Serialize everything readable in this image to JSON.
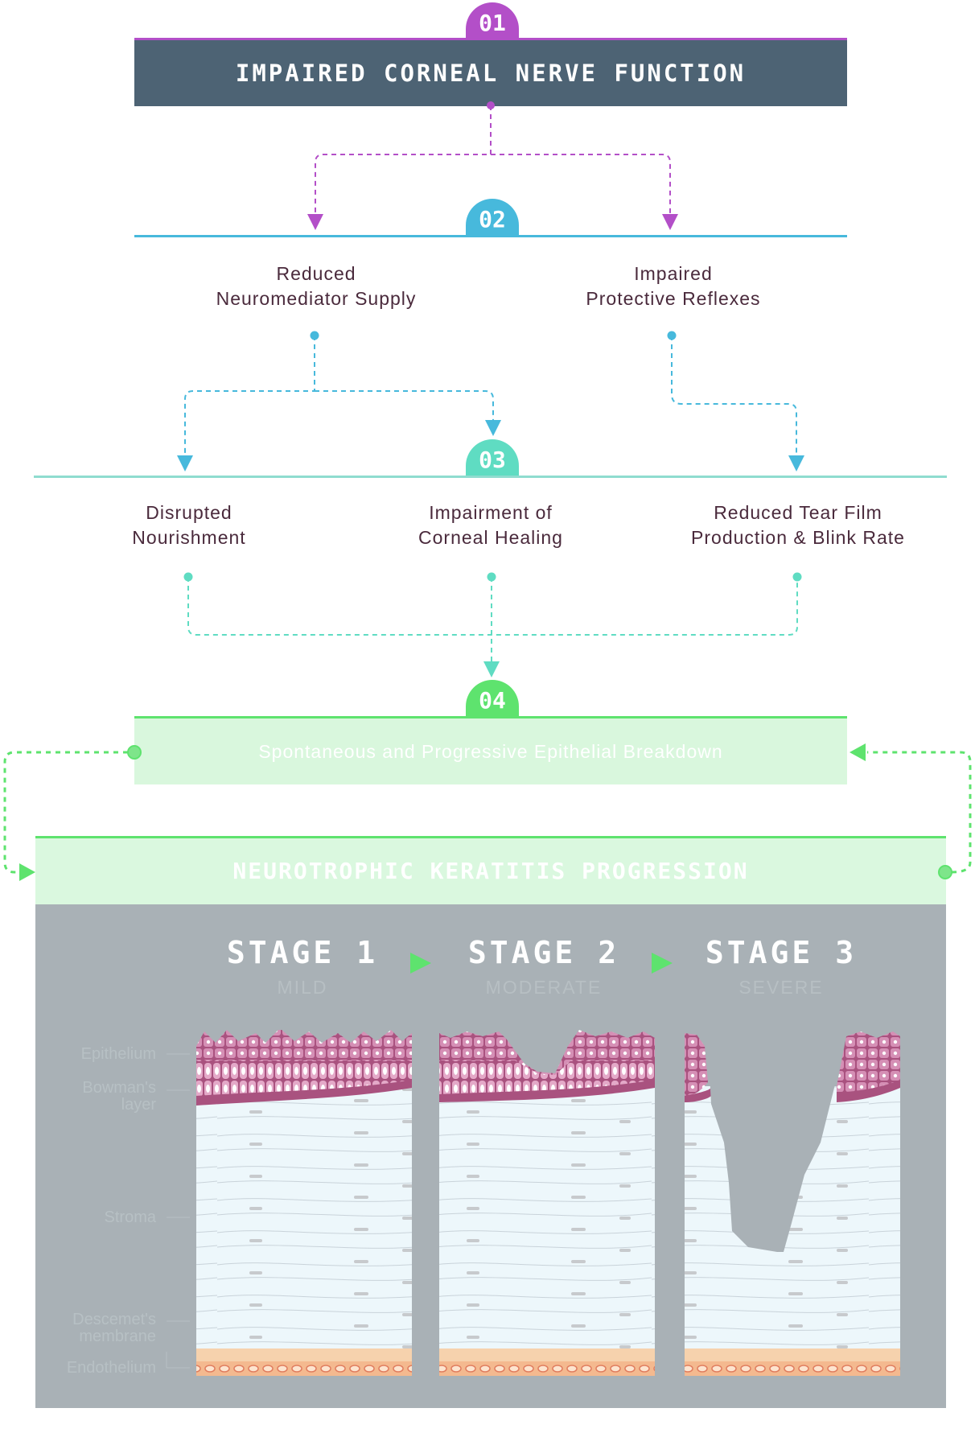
{
  "steps": [
    {
      "number": "01",
      "title": "IMPAIRED CORNEAL NERVE FUNCTION"
    },
    {
      "number": "02",
      "items": [
        {
          "line1": "Reduced",
          "line2": "Neuromediator Supply"
        },
        {
          "line1": "Impaired",
          "line2": "Protective Reflexes"
        }
      ]
    },
    {
      "number": "03",
      "items": [
        {
          "line1": "Disrupted",
          "line2": "Nourishment"
        },
        {
          "line1": "Impairment of",
          "line2": "Corneal Healing"
        },
        {
          "line1": "Reduced Tear Film",
          "line2": "Production & Blink Rate"
        }
      ]
    },
    {
      "number": "04",
      "title": "Spontaneous and Progressive Epithelial Breakdown"
    }
  ],
  "progression": {
    "title": "NEUROTROPHIC KERATITIS PROGRESSION",
    "stages": [
      {
        "title": "STAGE 1",
        "severity": "MILD"
      },
      {
        "title": "STAGE 2",
        "severity": "MODERATE"
      },
      {
        "title": "STAGE 3",
        "severity": "SEVERE"
      }
    ],
    "layers": [
      {
        "name": "Epithelium"
      },
      {
        "name": "Bowman's layer"
      },
      {
        "name": "Stroma"
      },
      {
        "name": "Descemet's membrane"
      },
      {
        "name": "Endothelium"
      }
    ]
  },
  "colors": {
    "step1": "#b34fc8",
    "step1_bar": "#4d6374",
    "step2": "#47b9dc",
    "step3": "#5fdcc2",
    "step4": "#5ee36e",
    "step4_bar": "#d9f7dd",
    "panel": "#a9b1b6"
  }
}
